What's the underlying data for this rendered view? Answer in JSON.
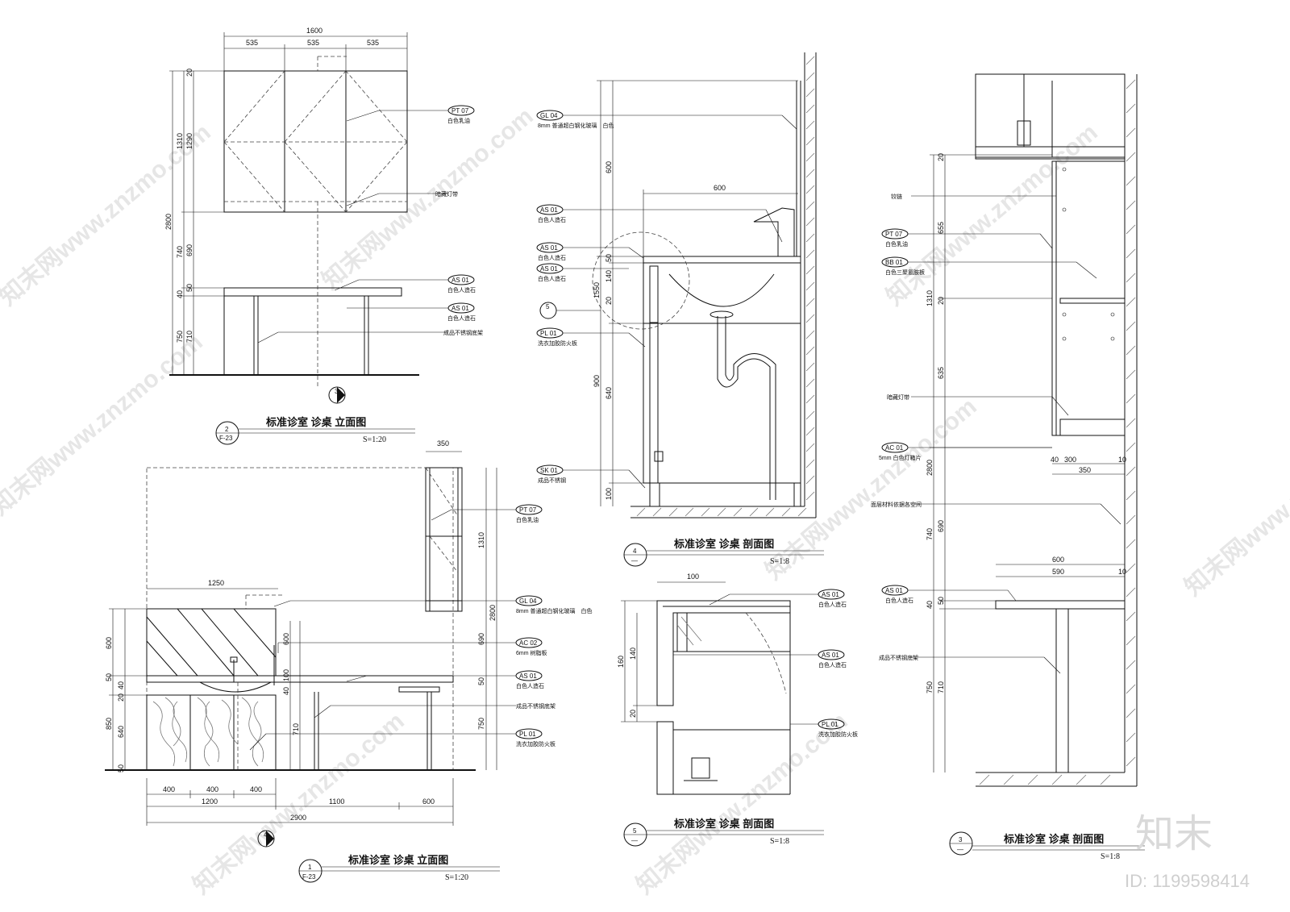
{
  "drawing_titles": {
    "elev2": {
      "title": "标准诊室 诊桌 立面图",
      "scale": "S=1:20",
      "num": "2",
      "ref": "F-23"
    },
    "elev1": {
      "title": "标准诊室 诊桌 立面图",
      "scale": "S=1:20",
      "num": "1",
      "ref": "F-23"
    },
    "sec4": {
      "title": "标准诊室 诊桌 剖面图",
      "scale": "S=1:8",
      "num": "4",
      "ref": "—"
    },
    "sec5": {
      "title": "标准诊室 诊桌 剖面图",
      "scale": "S=1:8",
      "num": "5",
      "ref": "—"
    },
    "sec3": {
      "title": "标准诊室 诊桌 剖面图",
      "scale": "S=1:8",
      "num": "3",
      "ref": "—"
    }
  },
  "section_marks": {
    "mark3": "3",
    "mark4": "4",
    "mark5": "5"
  },
  "material_tags": {
    "PT07": "PT 07",
    "GL04": "GL 04",
    "AS01": "AS 01",
    "AC02": "AC 02",
    "PL01": "PL 01",
    "SK01": "SK 01",
    "BB01": "BB 01",
    "AC01": "AC 01"
  },
  "notes": {
    "white_paint": "白色乳油",
    "white_stone": "白色人造石",
    "fireproof_board": "洗衣加胶防火板",
    "steel_frame": "成品不锈钢底架",
    "hidden_light": "暗藏灯带",
    "glass_8mm": "8mm 普通超白钢化玻璃　白色",
    "acrylic_6mm": "6mm 树脂板",
    "light_5mm": "5mm 白色灯箱片",
    "sink_fixture": "成品不锈钢",
    "hinge": "铰链",
    "triple_board": "白色三聚氰胺板",
    "top_material": "面层材料依据各空间"
  },
  "dims_elev2": {
    "w1600": "1600",
    "w535a": "535",
    "w535b": "535",
    "w535c": "535",
    "h2800": "2800",
    "h1310": "1310",
    "h20": "20",
    "h1290": "1290",
    "h740": "740",
    "h690": "690",
    "h40": "40",
    "h50": "50",
    "h750": "750",
    "h710": "710"
  },
  "dims_elev1": {
    "w350": "350",
    "w1250": "1250",
    "h600": "600",
    "h50a": "50",
    "h20": "20",
    "h40a": "40",
    "h850": "850",
    "h640": "640",
    "h50b": "50",
    "h1310": "1310",
    "h2800": "2800",
    "h690": "690",
    "h750": "750",
    "h600b": "600",
    "h100": "100",
    "h40b": "40",
    "h50c": "50",
    "h710": "710",
    "b400a": "400",
    "b400b": "400",
    "b400c": "400",
    "b1200": "1200",
    "b1100": "1100",
    "b600": "600",
    "b2900": "2900"
  },
  "dims_sec4": {
    "w600": "600",
    "h600": "600",
    "h1550": "1550",
    "h50": "50",
    "h140": "140",
    "h20": "20",
    "h900": "900",
    "h640": "640",
    "h100": "100"
  },
  "dims_sec5": {
    "w100": "100",
    "h160": "160",
    "h140": "140",
    "h20": "20"
  },
  "dims_sec3": {
    "h20": "20",
    "h655": "655",
    "h1310": "1310",
    "h20b": "20",
    "h635": "635",
    "h2800": "2800",
    "h740": "740",
    "h690": "690",
    "h40": "40",
    "h50": "50",
    "h750": "750",
    "h710": "710",
    "w40": "40",
    "w300": "300",
    "w10": "10",
    "w350": "350",
    "w600": "600",
    "w590": "590",
    "w10b": "10"
  },
  "watermark": {
    "text": "知末网www.znzmo.com",
    "brand": "知末",
    "id": "ID: 1199598414"
  }
}
